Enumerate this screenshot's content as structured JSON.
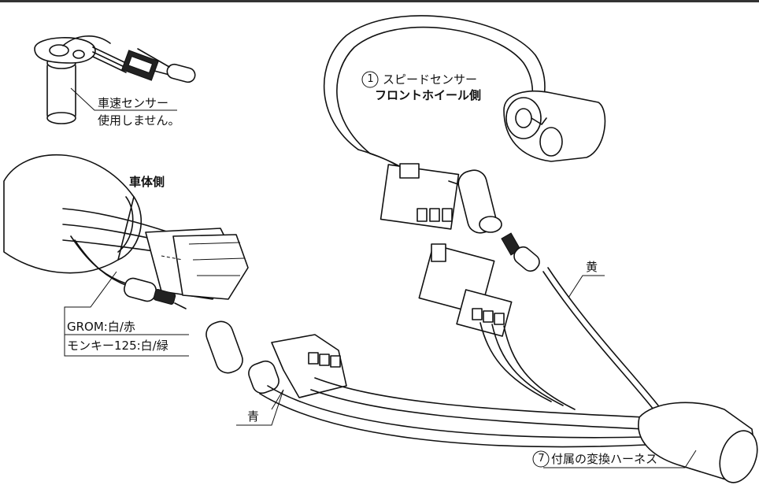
{
  "labels": {
    "speed_sensor_line1": "スピードセンサー",
    "speed_sensor_number": "1",
    "speed_sensor_line2": "フロントホイール側",
    "vehicle_sensor_line1": "車速センサー",
    "vehicle_sensor_line2": "使用しません。",
    "body_side": "車体側",
    "wire_grom": "GROM:白/赤",
    "wire_monkey": "モンキー125:白/緑",
    "wire_yellow": "黄",
    "wire_blue": "青",
    "harness_number": "7",
    "harness": "付属の変換ハーネス"
  }
}
